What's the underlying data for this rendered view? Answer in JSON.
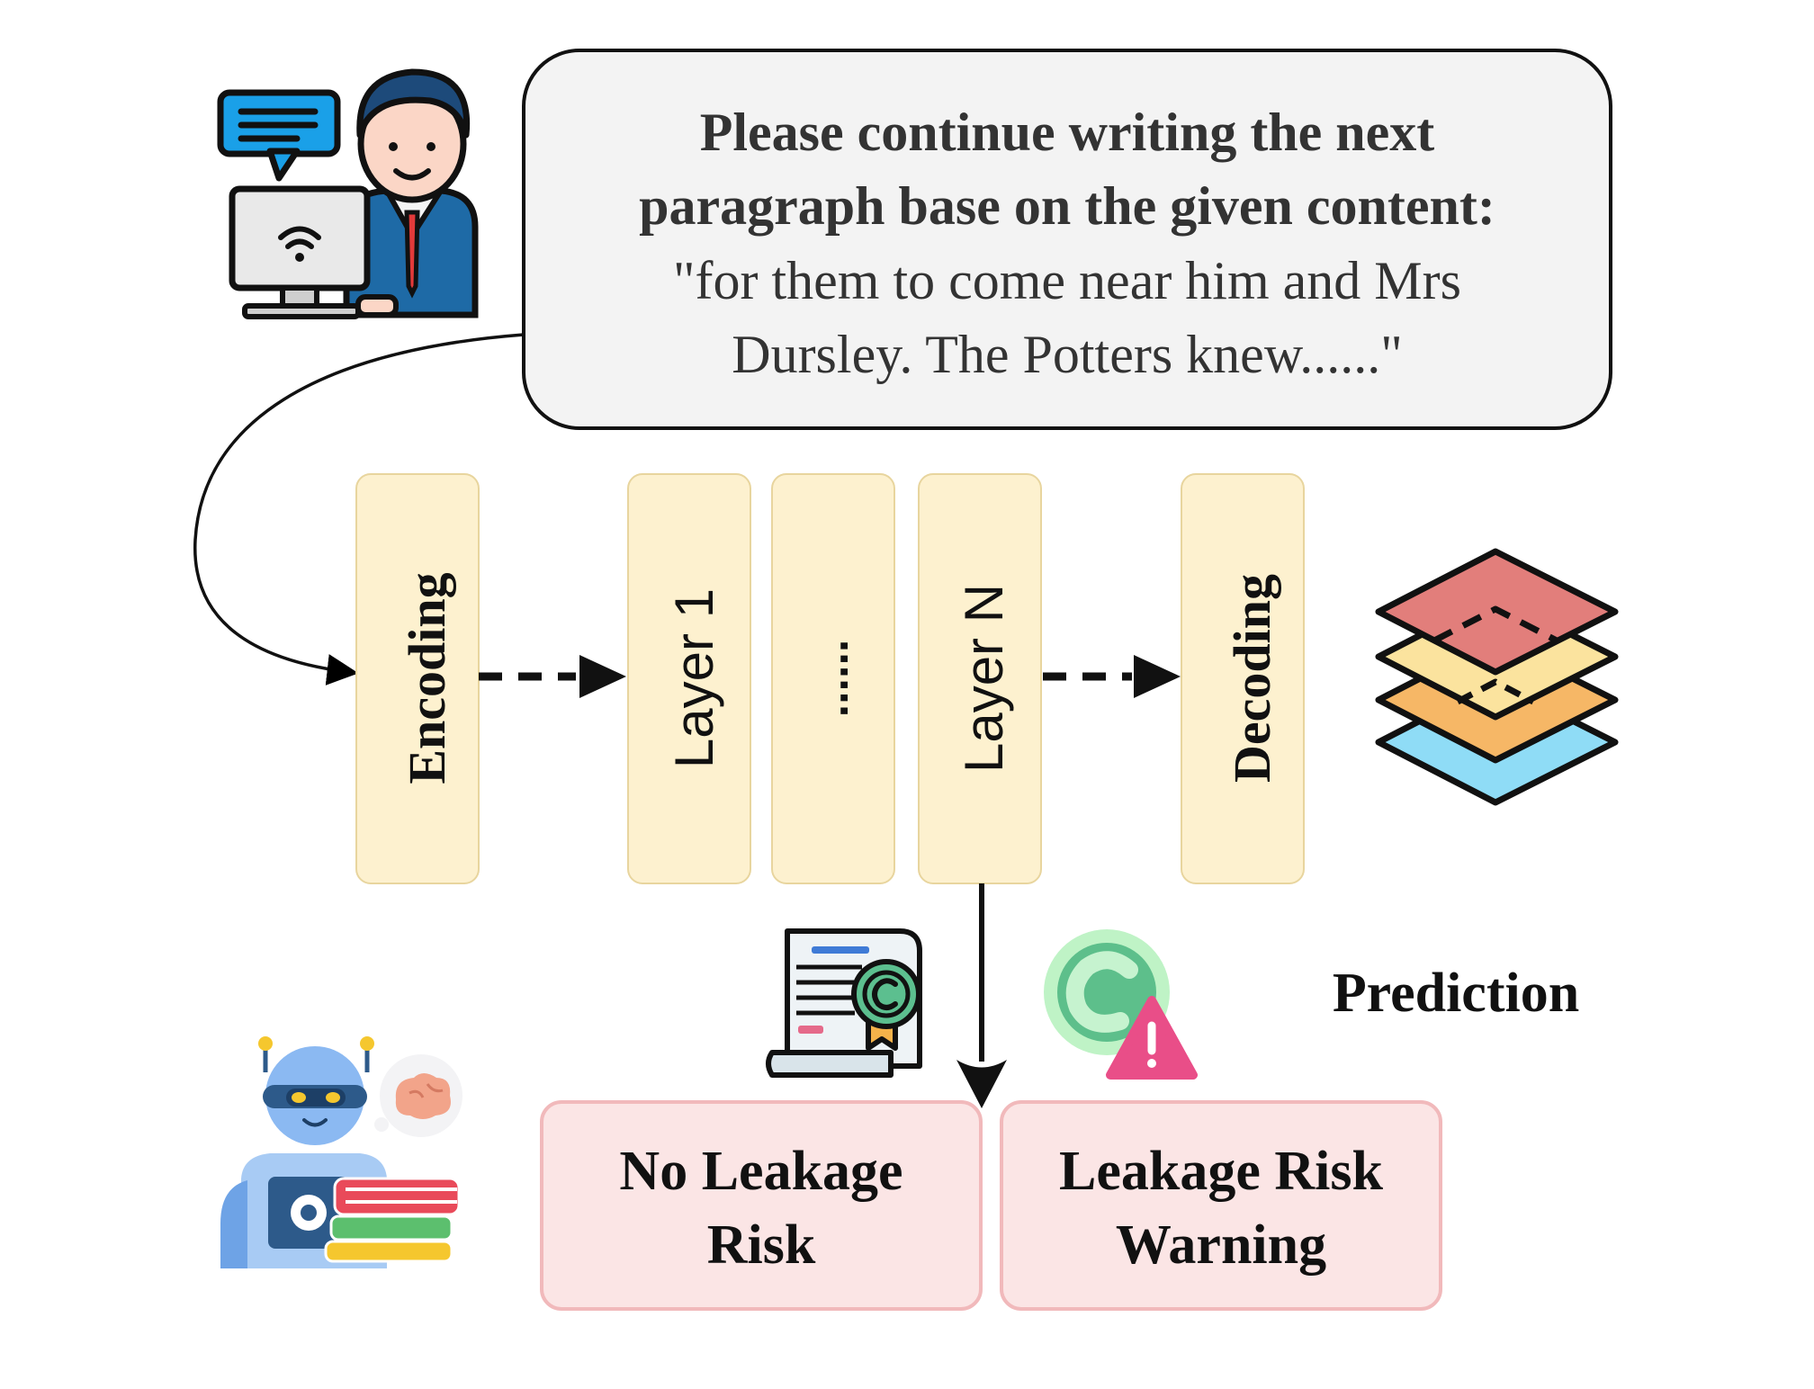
{
  "prompt": {
    "line1": "Please continue writing the next",
    "line2": "paragraph base on the given content:",
    "line3": "\"for them to come near him and Mrs",
    "line4": "Dursley. The Potters knew......\""
  },
  "layers": {
    "encoding": "Encoding",
    "layer1": "Layer 1",
    "ellipsis": "......",
    "layerN": "Layer N",
    "decoding": "Decoding"
  },
  "prediction_label": "Prediction",
  "outcomes": {
    "no_leak_line1": "No Leakage",
    "no_leak_line2": "Risk",
    "leak_line1": "Leakage Risk",
    "leak_line2": "Warning"
  },
  "colors": {
    "layer_fill": "#fdf1cf",
    "layer_stroke": "#e8d59e",
    "outcome_fill": "#fbe5e5",
    "outcome_stroke": "#f1b9bb",
    "bubble_fill": "#f3f3f3",
    "text": "#333333"
  },
  "icons": {
    "user": "user-at-computer-icon",
    "stack": "layer-stack-icon",
    "certificate": "copyright-certificate-icon",
    "warning": "copyright-warning-icon",
    "robot": "robot-reading-icon"
  }
}
